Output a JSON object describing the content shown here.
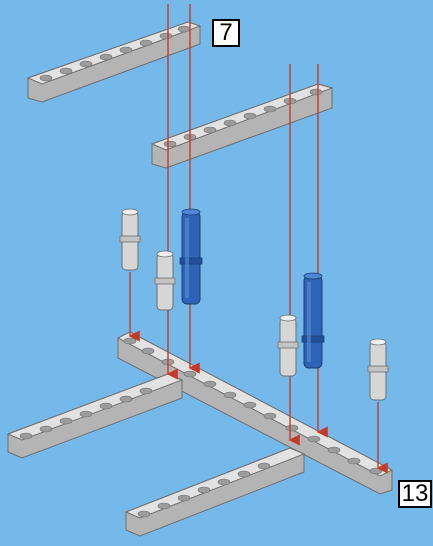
{
  "callouts": {
    "top": "7",
    "bottom": "13"
  },
  "colors": {
    "background": "#75b9eb",
    "beam_top": "#dcdcdc",
    "beam_side": "#b4b4b4",
    "beam_edge": "#6e6e6e",
    "pin_gray": "#d6d6d6",
    "pin_blue": "#2f63b5",
    "guide_line": "#c43a2a"
  },
  "parts": {
    "beams": [
      "long-beam-upper-left",
      "long-beam-upper-right",
      "beam-base-long",
      "beam-base-left-branch",
      "beam-base-lower-branch"
    ],
    "pins": [
      "gray-pin",
      "gray-pin",
      "gray-pin",
      "gray-pin",
      "blue-axle-pin",
      "blue-axle-pin"
    ]
  }
}
